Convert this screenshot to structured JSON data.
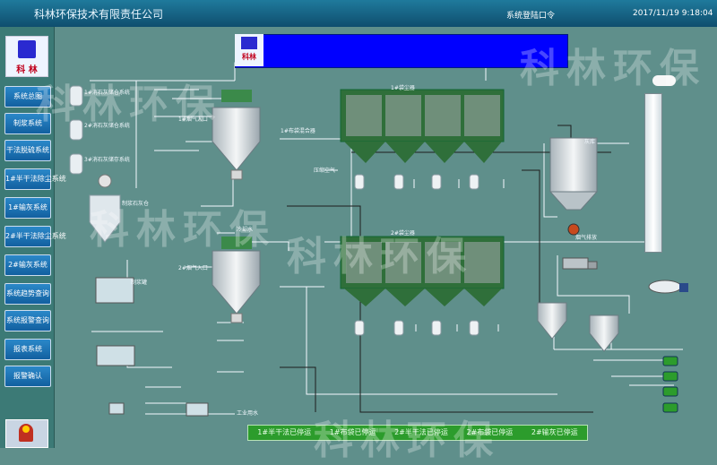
{
  "titlebar": {
    "title": "科林环保技术有限责任公司",
    "login": "系统登陆口令",
    "datetime": "2017/11/19 9:18:04"
  },
  "logo": {
    "text": "科 林"
  },
  "nav": [
    {
      "label": "系统总图"
    },
    {
      "label": "制浆系统"
    },
    {
      "label": "干法脱硫系统"
    },
    {
      "label": "1#半干法除尘系统"
    },
    {
      "label": "1#输灰系统"
    },
    {
      "label": "2#半干法除尘系统"
    },
    {
      "label": "2#输灰系统"
    },
    {
      "label": "系统趋势查询"
    },
    {
      "label": "系统报警查询"
    },
    {
      "label": "报表系统"
    },
    {
      "label": "报警确认"
    }
  ],
  "process": {
    "small_logo_text": "科林",
    "labels": {
      "tank1": "1#消石灰储仓系统",
      "tank2": "2#消石灰储仓系统",
      "tank3": "3#消石灰储存系统",
      "tower1_inlet": "1#烟气入口",
      "tower2_inlet": "2#烟气入口",
      "bag1": "1#袋尘器",
      "bag2": "2#袋尘器",
      "mixer": "1#布袋混合器",
      "compressed_air": "压缩空气",
      "lime_mix": "制浆石灰仓",
      "pump_tank": "制浆罐",
      "process_water": "工业用水",
      "stack_flue": "烟气排放",
      "ash_silo": "灰库",
      "cooling": "冷却水"
    }
  },
  "status_bar": [
    "1#半干法已停运",
    "1#布袋已停运",
    "2#半干法已停运",
    "2#布袋已停运",
    "2#输灰已停运"
  ],
  "watermark": "科林环保",
  "colors": {
    "background": "#5f8f8b",
    "titlebar": "#1f7a9c",
    "nav_button": "#1b72b5",
    "bag_filter": "#2f6f3a",
    "status_bar": "#2c9c2c",
    "blue_panel": "#0000ff"
  }
}
